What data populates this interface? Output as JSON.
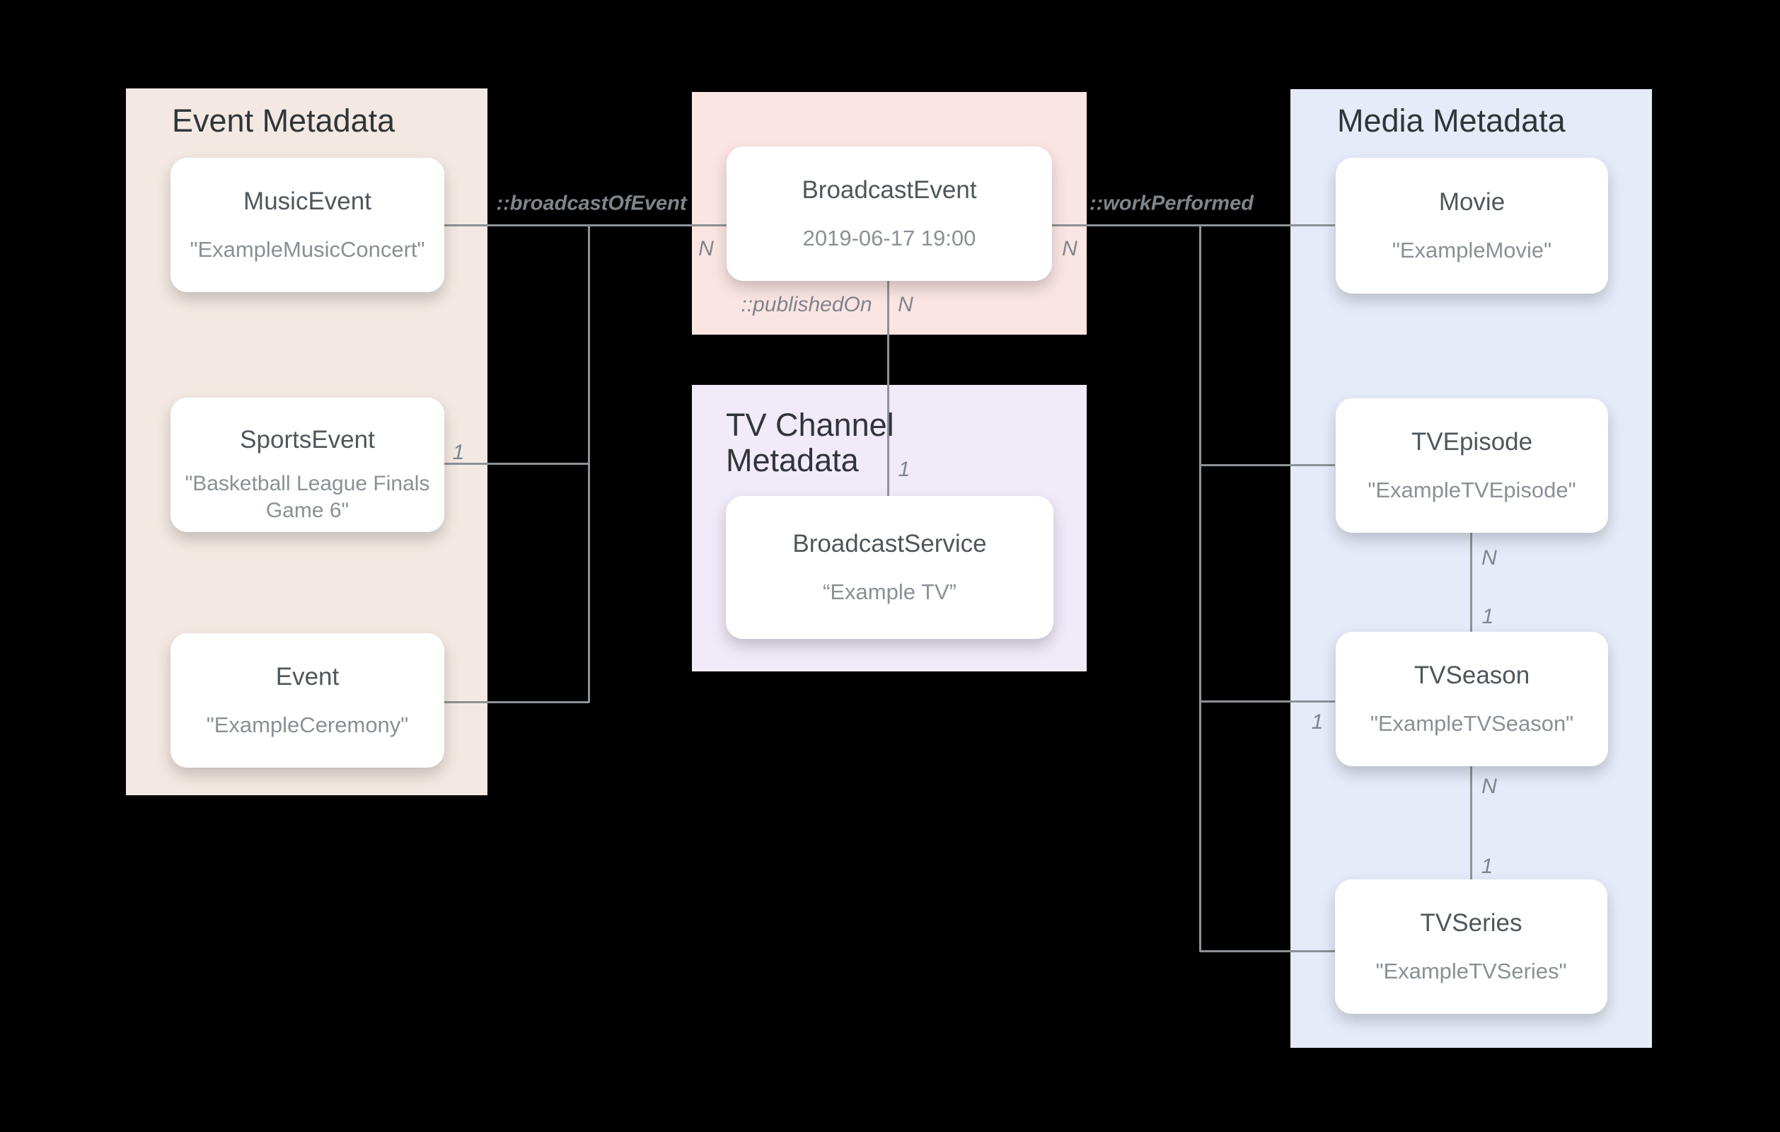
{
  "colors": {
    "background": "#000000",
    "event_panel": "#F3E9E2",
    "broadcast_panel": "#FBE5E3",
    "tv_channel_panel": "#F1EAF9",
    "media_panel": "#E6EBF9",
    "card_background": "#FFFFFF",
    "connector_line": "#8D9296",
    "panel_title_text": "#303538",
    "card_title_text": "#4F565C",
    "card_subtitle_text": "#8A9096",
    "relation_label_text": "#7E858B"
  },
  "panels": {
    "event": {
      "title": "Event Metadata"
    },
    "tv_channel": {
      "title": "TV Channel Metadata"
    },
    "media": {
      "title": "Media Metadata"
    }
  },
  "cards": {
    "music_event": {
      "title": "MusicEvent",
      "subtitle": "\"ExampleMusicConcert\""
    },
    "sports_event": {
      "title": "SportsEvent",
      "subtitle": "\"Basketball League Finals Game 6\""
    },
    "event": {
      "title": "Event",
      "subtitle": "\"ExampleCeremony\""
    },
    "broadcast_event": {
      "title": "BroadcastEvent",
      "subtitle": "2019-06-17 19:00"
    },
    "broadcast_service": {
      "title": "BroadcastService",
      "subtitle": "“Example TV”"
    },
    "movie": {
      "title": "Movie",
      "subtitle": "\"ExampleMovie\""
    },
    "tv_episode": {
      "title": "TVEpisode",
      "subtitle": "\"ExampleTVEpisode\""
    },
    "tv_season": {
      "title": "TVSeason",
      "subtitle": "\"ExampleTVSeason\""
    },
    "tv_series": {
      "title": "TVSeries",
      "subtitle": "\"ExampleTVSeries\""
    }
  },
  "relations": {
    "broadcast_of_event": "::broadcastOfEvent",
    "work_performed": "::workPerformed",
    "published_on": "::publishedOn"
  },
  "cardinalities": {
    "broadcast_left_n": "N",
    "broadcast_right_n": "N",
    "sports_one": "1",
    "published_n": "N",
    "published_one": "1",
    "season_one": "1",
    "episode_season_n": "N",
    "episode_season_one": "1",
    "season_series_n": "N",
    "season_series_one": "1"
  }
}
